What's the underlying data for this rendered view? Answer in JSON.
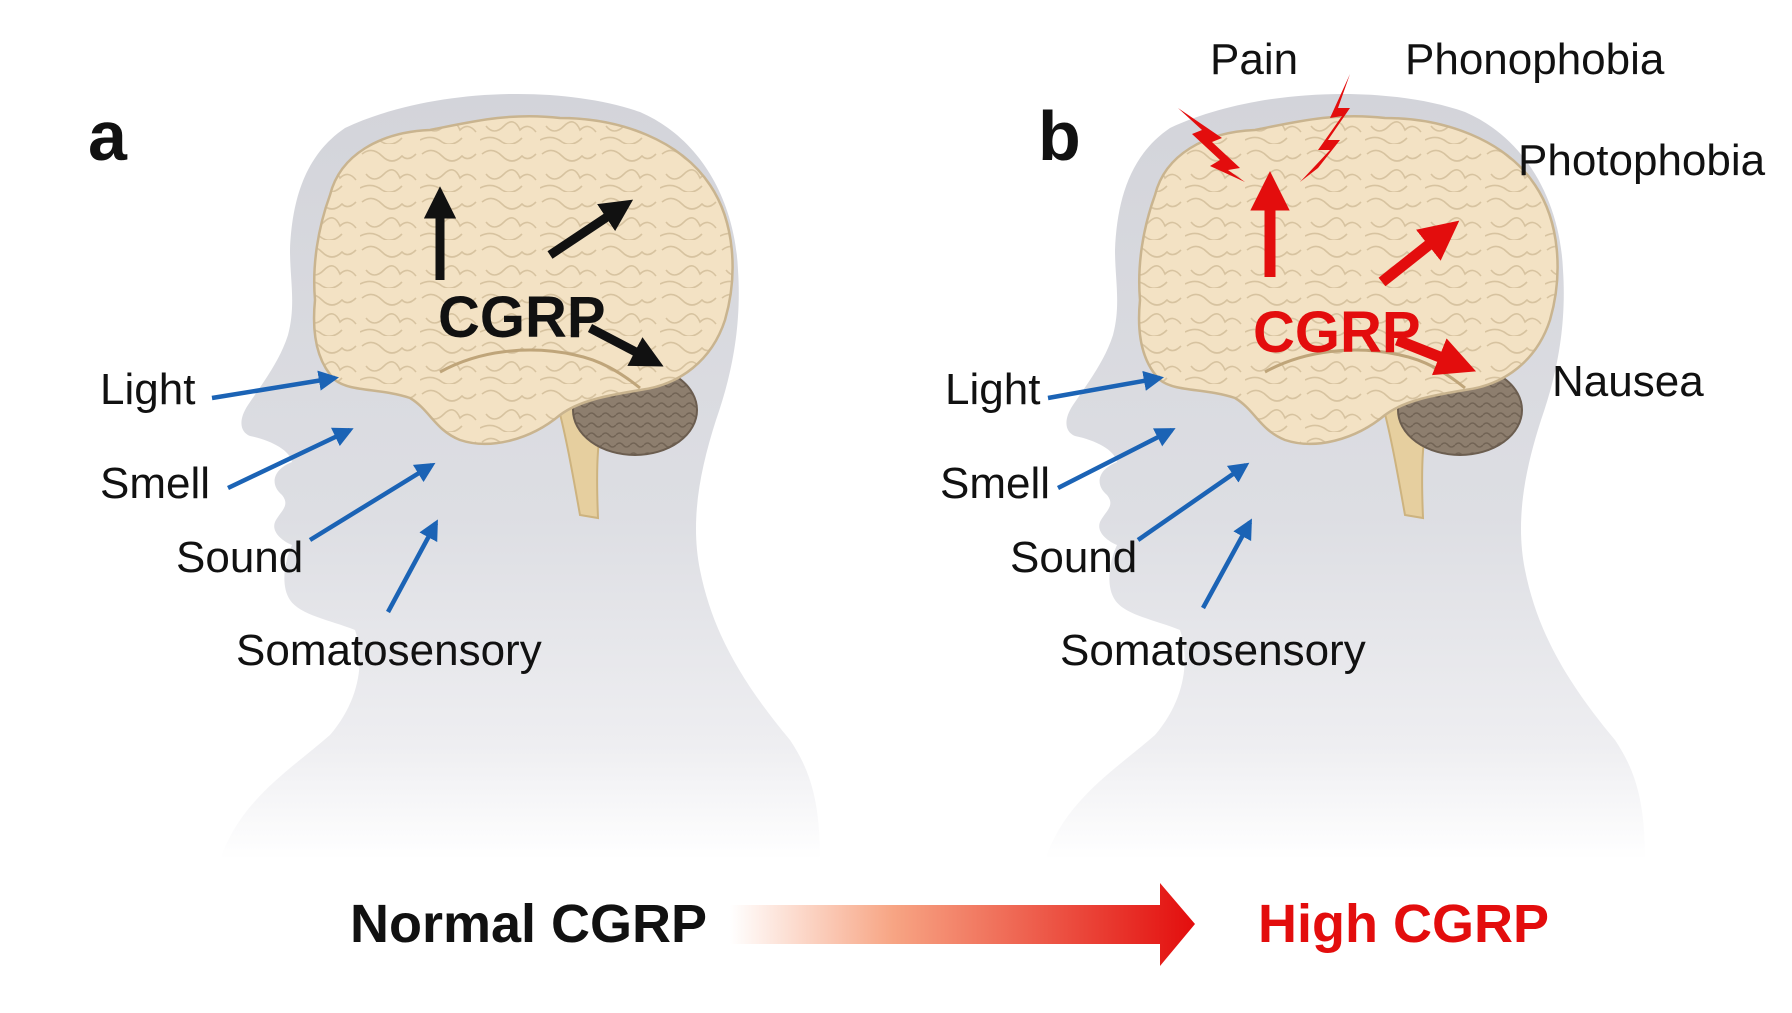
{
  "panels": {
    "a": {
      "letter": "a",
      "center_label": "CGRP",
      "inputs": [
        "Light",
        "Smell",
        "Sound",
        "Somatosensory"
      ]
    },
    "b": {
      "letter": "b",
      "center_label": "CGRP",
      "inputs": [
        "Light",
        "Smell",
        "Sound",
        "Somatosensory"
      ],
      "outputs": [
        "Pain",
        "Phonophobia",
        "Photophobia",
        "Nausea"
      ]
    }
  },
  "footer": {
    "left": "Normal CGRP",
    "right": "High CGRP"
  },
  "colors": {
    "head": "#d8d9de",
    "brain": "#f3e2c4",
    "brain_outline": "#c9b48f",
    "cerebellum": "#8d7e6e",
    "brainstem": "#e6cf9f",
    "input_arrow": "#1b63b5",
    "normal_arrow": "#111111",
    "high_color": "#e30d0d",
    "text": "#111111"
  }
}
